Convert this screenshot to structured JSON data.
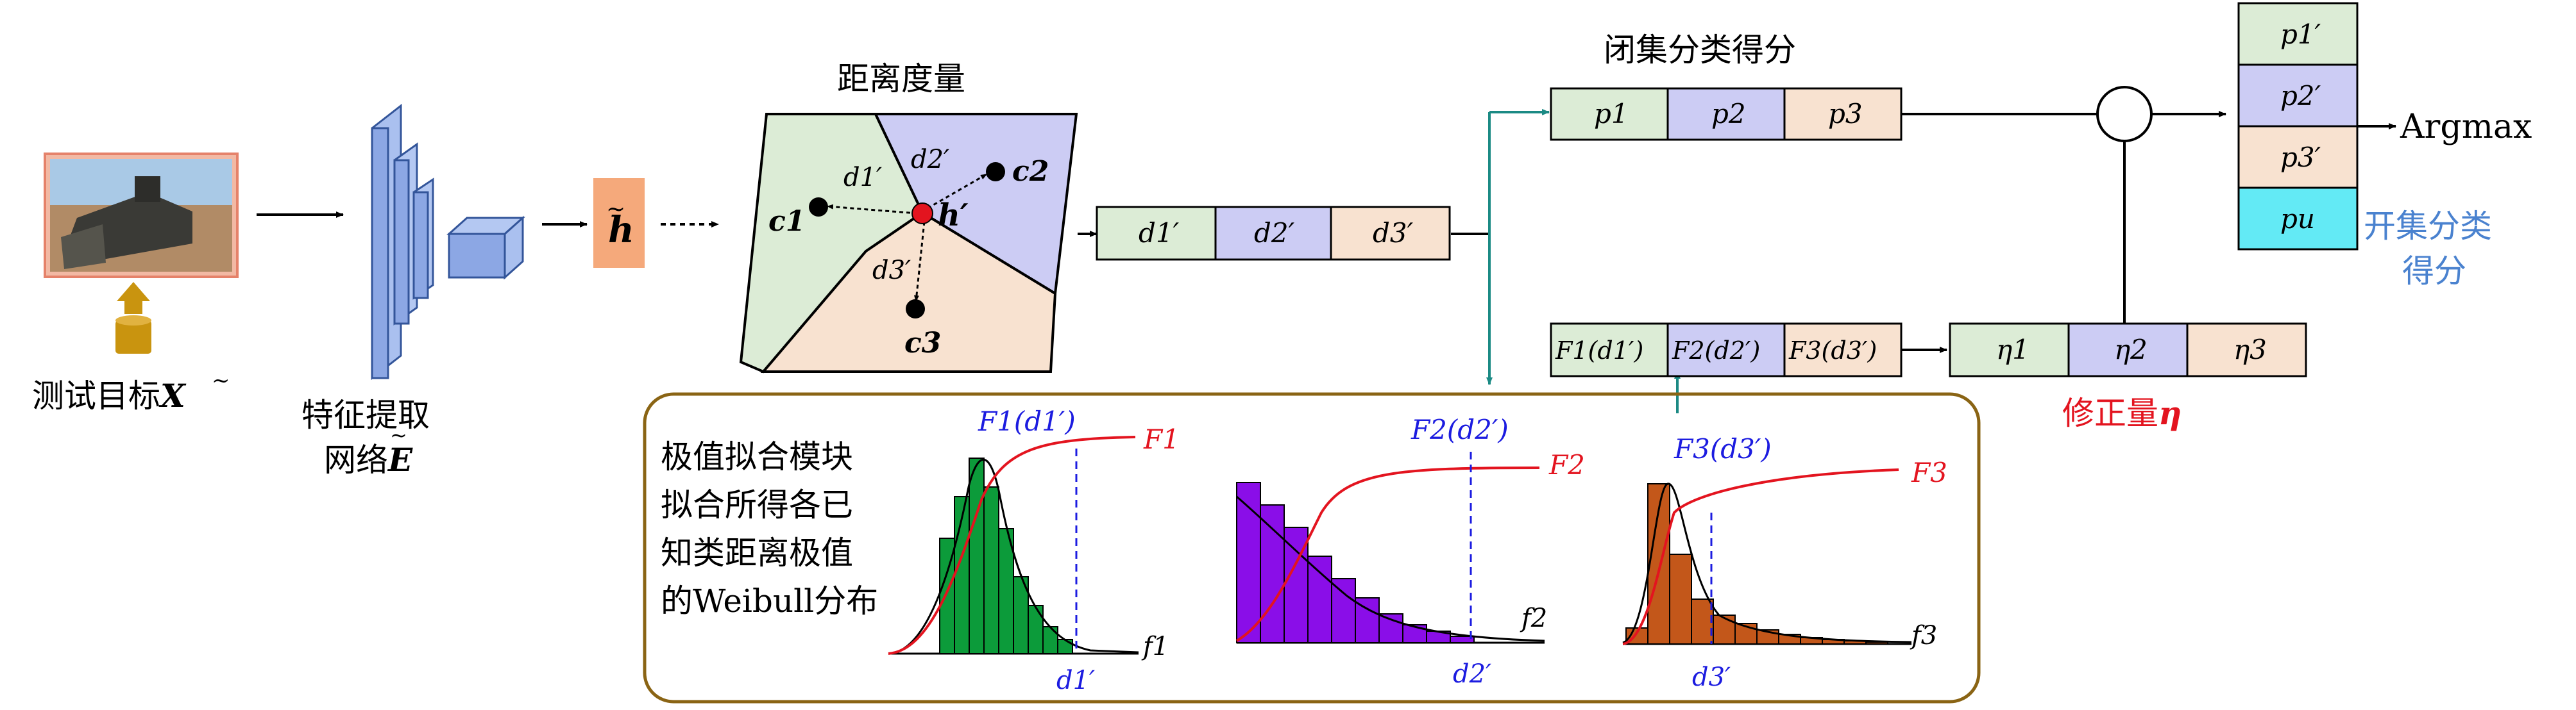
{
  "input": {
    "label_cn": "测试目标",
    "label_sym": "X"
  },
  "extractor": {
    "label_line1_cn": "特征提取",
    "label_line2_cn": "网络",
    "label_sym": "E"
  },
  "feature": {
    "sym": "h"
  },
  "distance": {
    "title": "距离度量",
    "centers": [
      "c1",
      "c2",
      "c3"
    ],
    "point_label": "h′",
    "distances": [
      "d1′",
      "d2′",
      "d3′"
    ]
  },
  "distance_vector": {
    "cells": [
      "d1′",
      "d2′",
      "d3′"
    ]
  },
  "closed_scores": {
    "title": "闭集分类得分",
    "cells": [
      "p1",
      "p2",
      "p3"
    ]
  },
  "cdf_values": {
    "cells": [
      "F1(d1′)",
      "F2(d2′)",
      "F3(d3′)"
    ]
  },
  "correction": {
    "cells": [
      "η1",
      "η2",
      "η3"
    ],
    "label_cn": "修正量",
    "label_sym": "η"
  },
  "open_scores": {
    "cells": [
      "p1′",
      "p2′",
      "p3′",
      "pu"
    ],
    "label_line1": "开集分类",
    "label_line2": "得分"
  },
  "argmax": {
    "label": "Argmax"
  },
  "evt_module": {
    "desc_lines": [
      "极值拟合模块",
      "拟合所得各已",
      "知类距离极值",
      "的Weibull分布"
    ],
    "plots": [
      {
        "cdf_label": "F1",
        "value_label": "F1(d1′)",
        "axis_label": "f1",
        "d_label": "d1′"
      },
      {
        "cdf_label": "F2",
        "value_label": "F2(d2′)",
        "axis_label": "f2",
        "d_label": "d2′"
      },
      {
        "cdf_label": "F3",
        "value_label": "F3(d3′)",
        "axis_label": "f3",
        "d_label": "d3′"
      }
    ]
  },
  "colors": {
    "green": "#dcecd6",
    "purple": "#ccccf4",
    "peach": "#f8e2d0",
    "cyan": "#63eaf5",
    "feature_orange": "#f5a97b",
    "teal_arrow": "#1b8a84",
    "module_border": "#8a6414",
    "red": "#e3141f",
    "blue": "#1c1ce0",
    "label_blue": "#4a82cf",
    "hist_green": "#0c9b3a",
    "hist_purple": "#8a0ee8",
    "hist_orange": "#c3571a",
    "net_blue": "#8ca7e4"
  }
}
